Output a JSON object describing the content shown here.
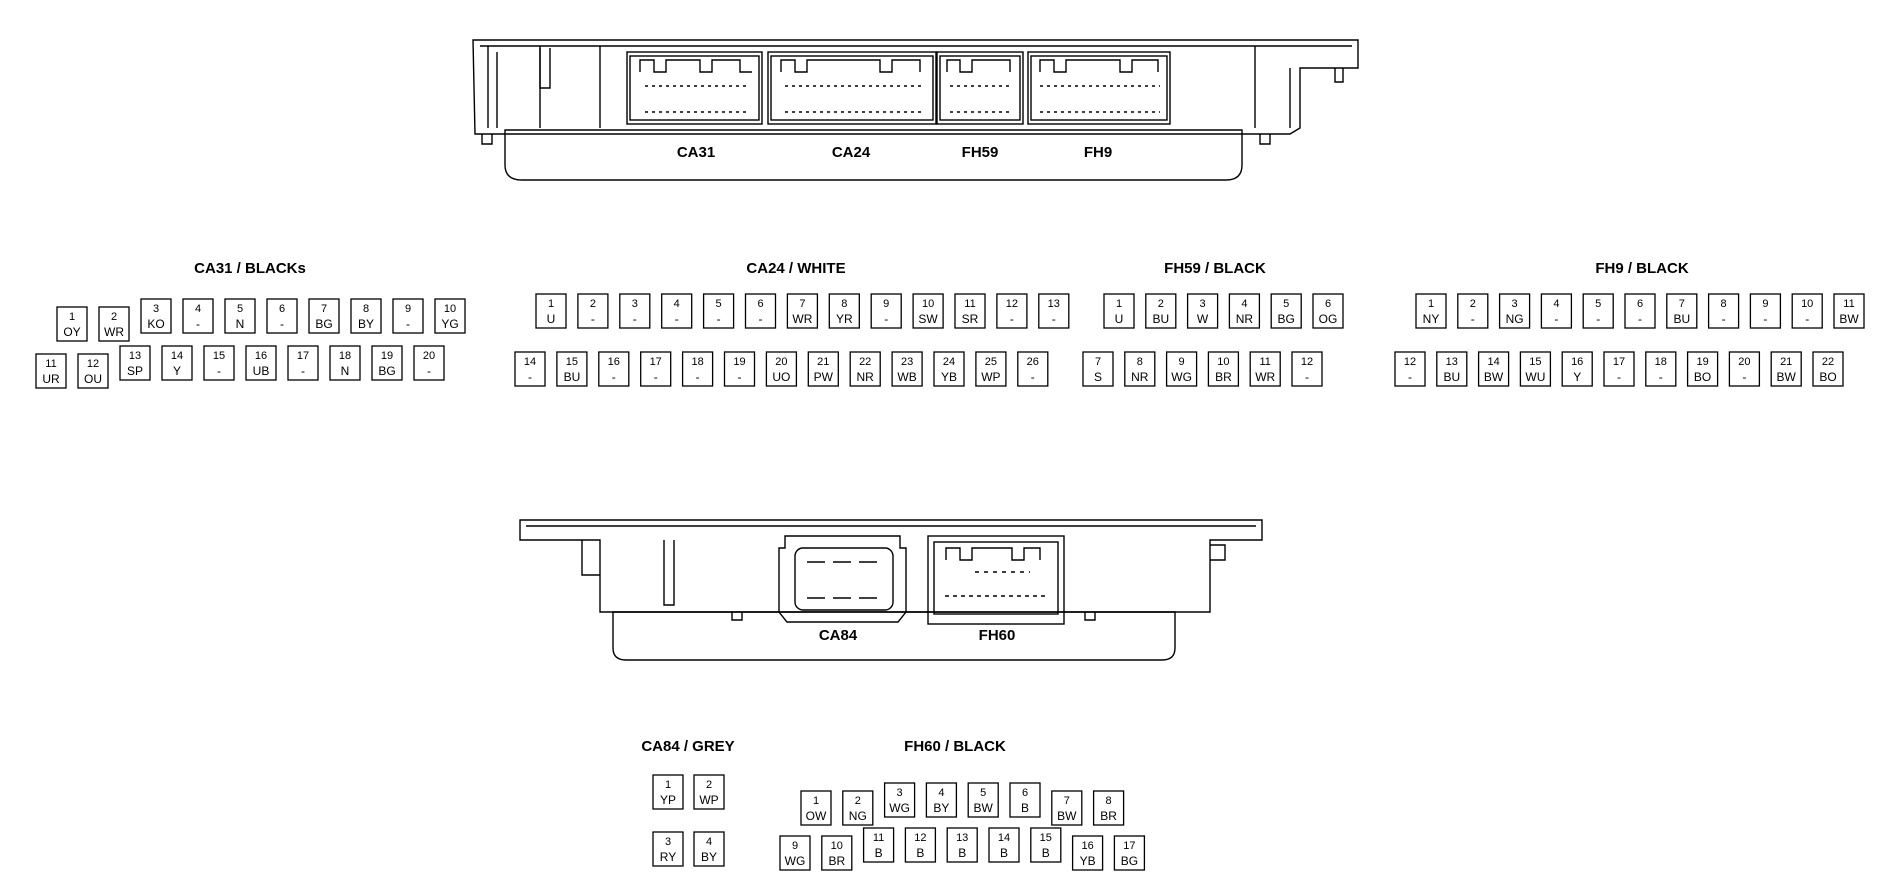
{
  "diagram": {
    "top_unit_labels": [
      "CA31",
      "CA24",
      "FH59",
      "FH9"
    ],
    "bottom_unit_labels": [
      "CA84",
      "FH60"
    ],
    "connectors": [
      {
        "id": "ca31",
        "title": "CA31 / BLACKs",
        "rows": [
          [
            [
              "1",
              "OY"
            ],
            [
              "2",
              "WR"
            ],
            [
              "3",
              "KO"
            ],
            [
              "4",
              "-"
            ],
            [
              "5",
              "N"
            ],
            [
              "6",
              "-"
            ],
            [
              "7",
              "BG"
            ],
            [
              "8",
              "BY"
            ],
            [
              "9",
              "-"
            ],
            [
              "10",
              "YG"
            ]
          ],
          [
            [
              "11",
              "UR"
            ],
            [
              "12",
              "OU"
            ],
            [
              "13",
              "SP"
            ],
            [
              "14",
              "Y"
            ],
            [
              "15",
              "-"
            ],
            [
              "16",
              "UB"
            ],
            [
              "17",
              "-"
            ],
            [
              "18",
              "N"
            ],
            [
              "19",
              "BG"
            ],
            [
              "20",
              "-"
            ]
          ]
        ]
      },
      {
        "id": "ca24",
        "title": "CA24 / WHITE",
        "rows": [
          [
            [
              "1",
              "U"
            ],
            [
              "2",
              "-"
            ],
            [
              "3",
              "-"
            ],
            [
              "4",
              "-"
            ],
            [
              "5",
              "-"
            ],
            [
              "6",
              "-"
            ],
            [
              "7",
              "WR"
            ],
            [
              "8",
              "YR"
            ],
            [
              "9",
              "-"
            ],
            [
              "10",
              "SW"
            ],
            [
              "11",
              "SR"
            ],
            [
              "12",
              "-"
            ],
            [
              "13",
              "-"
            ]
          ],
          [
            [
              "14",
              "-"
            ],
            [
              "15",
              "BU"
            ],
            [
              "16",
              "-"
            ],
            [
              "17",
              "-"
            ],
            [
              "18",
              "-"
            ],
            [
              "19",
              "-"
            ],
            [
              "20",
              "UO"
            ],
            [
              "21",
              "PW"
            ],
            [
              "22",
              "NR"
            ],
            [
              "23",
              "WB"
            ],
            [
              "24",
              "YB"
            ],
            [
              "25",
              "WP"
            ],
            [
              "26",
              "-"
            ]
          ]
        ]
      },
      {
        "id": "fh59",
        "title": "FH59 / BLACK",
        "rows": [
          [
            [
              "1",
              "U"
            ],
            [
              "2",
              "BU"
            ],
            [
              "3",
              "W"
            ],
            [
              "4",
              "NR"
            ],
            [
              "5",
              "BG"
            ],
            [
              "6",
              "OG"
            ]
          ],
          [
            [
              "7",
              "S"
            ],
            [
              "8",
              "NR"
            ],
            [
              "9",
              "WG"
            ],
            [
              "10",
              "BR"
            ],
            [
              "11",
              "WR"
            ],
            [
              "12",
              "-"
            ]
          ]
        ]
      },
      {
        "id": "fh9",
        "title": "FH9 / BLACK",
        "rows": [
          [
            [
              "1",
              "NY"
            ],
            [
              "2",
              "-"
            ],
            [
              "3",
              "NG"
            ],
            [
              "4",
              "-"
            ],
            [
              "5",
              "-"
            ],
            [
              "6",
              "-"
            ],
            [
              "7",
              "BU"
            ],
            [
              "8",
              "-"
            ],
            [
              "9",
              "-"
            ],
            [
              "10",
              "-"
            ],
            [
              "11",
              "BW"
            ]
          ],
          [
            [
              "12",
              "-"
            ],
            [
              "13",
              "BU"
            ],
            [
              "14",
              "BW"
            ],
            [
              "15",
              "WU"
            ],
            [
              "16",
              "Y"
            ],
            [
              "17",
              "-"
            ],
            [
              "18",
              "-"
            ],
            [
              "19",
              "BO"
            ],
            [
              "20",
              "-"
            ],
            [
              "21",
              "BW"
            ],
            [
              "22",
              "BO"
            ]
          ]
        ]
      },
      {
        "id": "ca84",
        "title": "CA84 / GREY",
        "rows": [
          [
            [
              "1",
              "YP"
            ],
            [
              "2",
              "WP"
            ]
          ],
          [
            [
              "3",
              "RY"
            ],
            [
              "4",
              "BY"
            ]
          ]
        ]
      },
      {
        "id": "fh60",
        "title": "FH60 / BLACK",
        "rows": [
          [
            [
              "1",
              "OW"
            ],
            [
              "2",
              "NG"
            ],
            [
              "3",
              "WG"
            ],
            [
              "4",
              "BY"
            ],
            [
              "5",
              "BW"
            ],
            [
              "6",
              "B"
            ],
            [
              "7",
              "BW"
            ],
            [
              "8",
              "BR"
            ]
          ],
          [
            [
              "9",
              "WG"
            ],
            [
              "10",
              "BR"
            ],
            [
              "11",
              "B"
            ],
            [
              "12",
              "B"
            ],
            [
              "13",
              "B"
            ],
            [
              "14",
              "B"
            ],
            [
              "15",
              "B"
            ],
            [
              "16",
              "YB"
            ],
            [
              "17",
              "BG"
            ]
          ]
        ]
      }
    ]
  }
}
